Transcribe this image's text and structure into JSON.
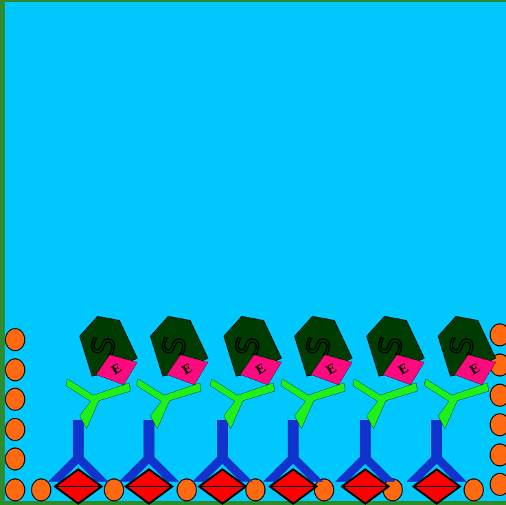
{
  "colors": {
    "border": "#2e8b2e",
    "background": "#00c8ff",
    "bead": "#ff6a10",
    "capture_antibody": "#1033cc",
    "detection_antibody": "#1ef01a",
    "substrate": "#003b00",
    "enzyme": "#ff0a7e",
    "base_diamond": "#ff0000",
    "outline": "#000000"
  },
  "enzyme_label": "E",
  "substrate_glyph": "S",
  "assemblies": [
    {
      "id": 1
    },
    {
      "id": 2
    },
    {
      "id": 3
    },
    {
      "id": 4
    },
    {
      "id": 5
    },
    {
      "id": 6
    }
  ]
}
